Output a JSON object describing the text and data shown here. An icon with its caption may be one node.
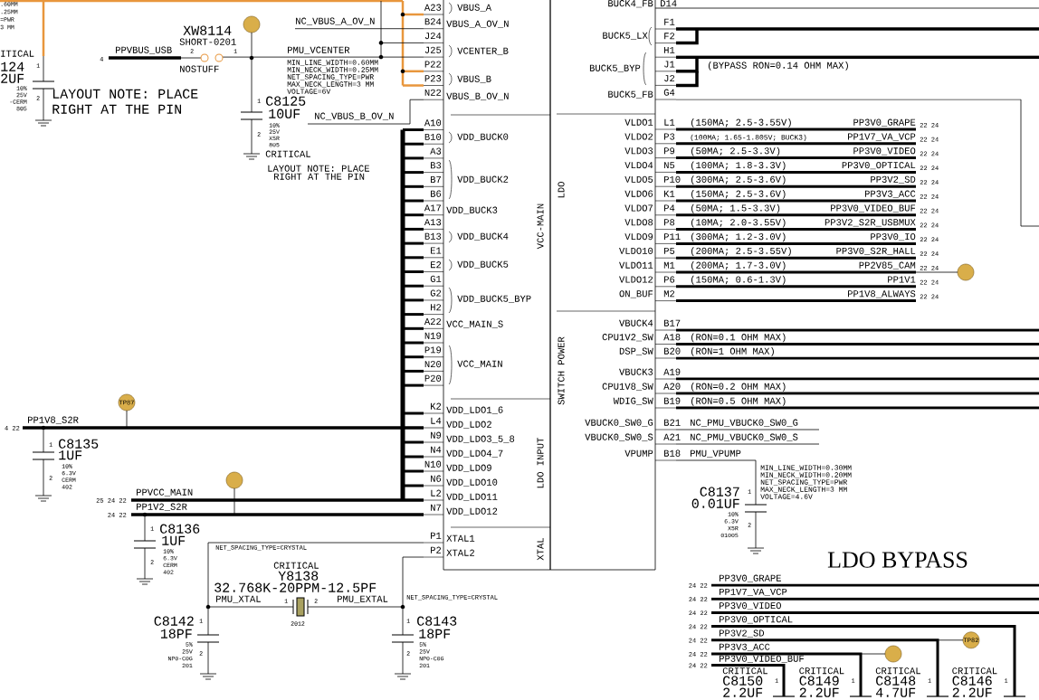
{
  "diagram": {
    "labels": [
      ".60MM",
      ".25MM",
      "=PWR",
      "3 MM",
      "ITICAL",
      "124",
      "2UF",
      "1",
      "2",
      "10%",
      "25V",
      "-CERM",
      "805",
      "LAYOUT NOTE: PLACE",
      "RIGHT AT THE PIN",
      "XW8114",
      "SHORT-0201",
      "4",
      "PPVBUS_USB",
      "2",
      "1",
      "NOSTUFF",
      "PMU_VCENTER",
      "MIN_LINE_WIDTH=0.60MM",
      "MIN_NECK_WIDTH=0.25MM",
      "NET_SPACING_TYPE=PWR",
      "MAX_NECK_LENGTH=3 MM",
      "VOLTAGE=6V",
      "NC_VBUS_A_OV_N",
      "1",
      "C8125",
      "10UF",
      "10%",
      "25V",
      "X5R",
      "805",
      "2",
      "NC_VBUS_B_OV_N",
      "CRITICAL",
      "LAYOUT NOTE: PLACE",
      "RIGHT AT THE PIN",
      "A23",
      "B24",
      "J24",
      "J25",
      "P22",
      "P23",
      "N22",
      "A10",
      "B10",
      "A3",
      "B3",
      "B7",
      "B6",
      "A17",
      "A13",
      "B13",
      "E1",
      "E2",
      "G1",
      "G2",
      "H2",
      "A22",
      "N19",
      "P19",
      "N20",
      "P20",
      "K2",
      "L4",
      "N9",
      "N4",
      "N10",
      "N6",
      "L2",
      "N7",
      "P1",
      "P2",
      "VBUS_A",
      "VBUS_A_OV_N",
      "VCENTER_B",
      "VBUS_B",
      "VBUS_B_OV_N",
      "VDD_BUCK0",
      "VDD_BUCK2",
      "VDD_BUCK3",
      "VDD_BUCK4",
      "VDD_BUCK5",
      "VDD_BUCK5_BYP",
      "VCC_MAIN_S",
      "VCC_MAIN",
      "VDD_LDO1_6",
      "VDD_LDO2",
      "VDD_LDO3_5_8",
      "VDD_LDO4_7",
      "VDD_LDO9",
      "VDD_LDO10",
      "VDD_LDO11",
      "VDD_LDO12",
      "XTAL1",
      "XTAL2",
      "VCC-MAIN",
      "LDO INPUT",
      "XTAL",
      "BUCK4_FB",
      "D14",
      "F1",
      "F2",
      "H1",
      "J1",
      "J2",
      "G4",
      "BUCK5_LX",
      "BUCK5_BYP",
      "BUCK5_FB",
      "(BYPASS RON=0.14 OHM MAX)",
      "LDO",
      "VLDO1",
      "VLDO2",
      "VLDO3",
      "VLDO4",
      "VLDO5",
      "VLDO6",
      "VLDO7",
      "VLDO8",
      "VLDO9",
      "VLDO10",
      "VLDO11",
      "VLDO12",
      "ON_BUF",
      "L1",
      "P3",
      "P9",
      "N5",
      "P10",
      "K1",
      "P4",
      "P8",
      "P11",
      "P5",
      "M1",
      "P6",
      "M2",
      "(150MA; 2.5-3.55V)",
      "(100MA; 1.65-1.805V; BUCK3)",
      "(50MA; 2.5-3.3V)",
      "(100MA; 1.8-3.3V)",
      "(300MA; 2.5-3.6V)",
      "(150MA; 2.5-3.6V)",
      "(50MA; 1.5-3.3V)",
      "(10MA; 2.0-3.55V)",
      "(300MA; 1.2-3.0V)",
      "(200MA; 2.5-3.55V)",
      "(200MA; 1.7-3.0V)",
      "(150MA; 0.6-1.3V)",
      "PP3V0_GRAPE",
      "PP1V7_VA_VCP",
      "PP3V0_VIDEO",
      "PP3V0_OPTICAL",
      "PP3V2_SD",
      "PP3V3_ACC",
      "PP3V0_VIDEO_BUF",
      "PP3V2_S2R_USBMUX",
      "PP3V0_IO",
      "PP3V0_S2R_HALL",
      "PP2V85_CAM",
      "PP1V1",
      "PP1V8_ALWAYS",
      "22 24",
      "22 24",
      "22 24",
      "22 24",
      "22 24",
      "22 24",
      "22 24",
      "22 24",
      "22 24",
      "22 24",
      "22 24",
      "22 24",
      "22 24",
      "SWITCH POWER",
      "VBUCK4",
      "CPU1V2_SW",
      "DSP_SW",
      "VBUCK3",
      "CPU1V8_SW",
      "WDIG_SW",
      "VBUCK0_SW0_G",
      "VBUCK0_SW0_S",
      "VPUMP",
      "B17",
      "A18",
      "B20",
      "A19",
      "A20",
      "B19",
      "B21",
      "A21",
      "B18",
      "(RON=0.1 OHM MAX)",
      "(RON=1 OHM MAX)",
      "(RON=0.2 OHM MAX)",
      "(RON=0.5 OHM MAX)",
      "NC_PMU_VBUCK0_SW0_G",
      "NC_PMU_VBUCK0_SW0_S",
      "PMU_VPUMP",
      "MIN_LINE_WIDTH=0.30MM",
      "MIN_NECK_WIDTH=0.20MM",
      "NET_SPACING_TYPE=PWR",
      "MAX_NECK_LENGTH=3 MM",
      "VOLTAGE=4.6V",
      "C8137",
      "0.01UF",
      "1",
      "2",
      "10%",
      "6.3V",
      "X5R",
      "01005",
      "LDO BYPASS",
      "24 22",
      "24 22",
      "24 22",
      "24 22",
      "24 22",
      "24 22",
      "24 22",
      "PP3V0_GRAPE",
      "PP1V7_VA_VCP",
      "PP3V0_VIDEO",
      "PP3V0_OPTICAL",
      "PP3V2_SD",
      "PP3V3_ACC",
      "PP3V0_VIDEO_BUF",
      "TP82",
      "CRITICAL",
      "CRITICAL",
      "CRITICAL",
      "CRITICAL",
      "C8150",
      "C8149",
      "C8148",
      "C8146",
      "1",
      "1",
      "1",
      "1",
      "2.2UF",
      "2.2UF",
      "4.7UF",
      "2.2UF",
      "4 22",
      "PP1V8_S2R",
      "TP87",
      "1",
      "C8135",
      "1UF",
      "10%",
      "6.3V",
      "CERM",
      "402",
      "2",
      "25 24 22",
      "PPVCC_MAIN",
      "24 22",
      "PP1V2_S2R",
      "1",
      "C8136",
      "1UF",
      "10%",
      "6.3V",
      "CERM",
      "402",
      "2",
      "NET_SPACING_TYPE=CRYSTAL",
      "CRITICAL",
      "Y8138",
      "32.768K-20PPM-12.5PF",
      "PMU_XTAL",
      "1",
      "2",
      "PMU_EXTAL",
      "NET_SPACING_TYPE=CRYSTAL",
      "2012",
      "C8142",
      "1",
      "18PF",
      "5%",
      "25V",
      "NP0-C0G",
      "201",
      "2",
      "1",
      "C8143",
      "18PF",
      "5%",
      "25V",
      "NP0-C0G",
      "201",
      "2"
    ]
  }
}
